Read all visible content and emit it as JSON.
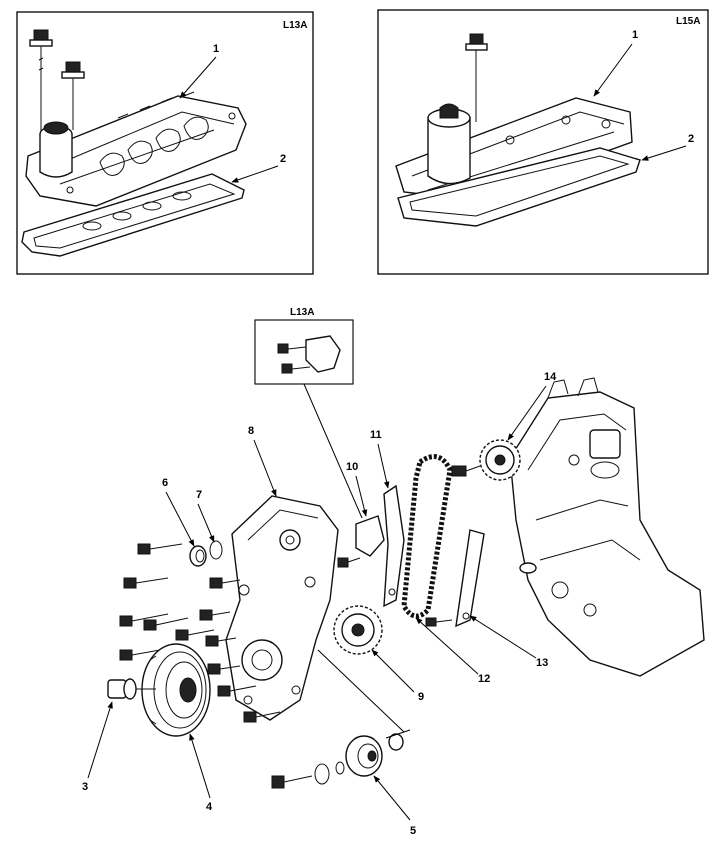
{
  "panels": {
    "top_left_variant": "L13A",
    "top_right_variant": "L15A",
    "inset_variant": "L13A"
  },
  "callouts": {
    "tl_1": "1",
    "tl_2": "2",
    "tr_1": "1",
    "tr_2": "2",
    "c3": "3",
    "c4": "4",
    "c5": "5",
    "c6": "6",
    "c7": "7",
    "c8": "8",
    "c9": "9",
    "c10": "10",
    "c11": "11",
    "c12": "12",
    "c13": "13",
    "c14": "14"
  }
}
